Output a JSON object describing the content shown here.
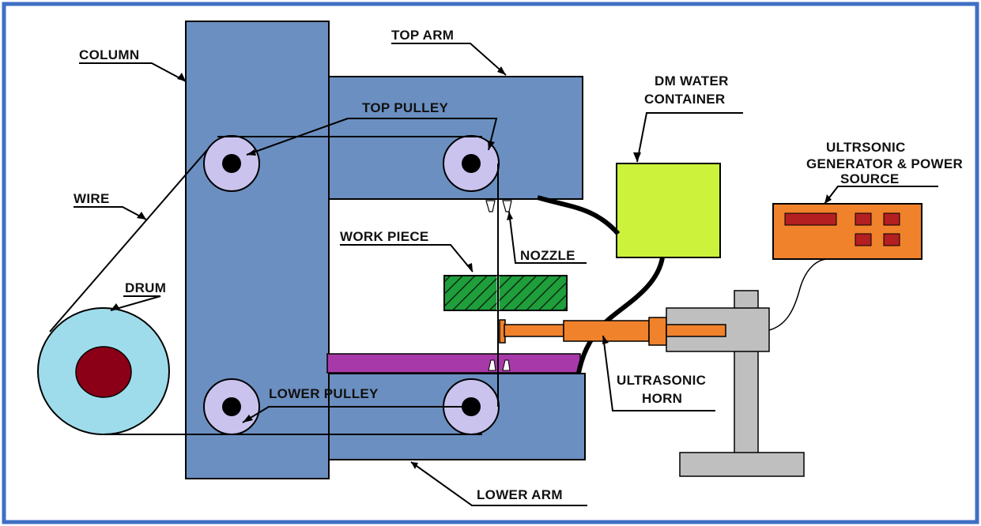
{
  "labels": {
    "column": "COLUMN",
    "top_arm": "TOP ARM",
    "dm_water_line1": "DM WATER",
    "dm_water_line2": "CONTAINER",
    "generator_line1": "ULTRSONIC",
    "generator_line2": "GENERATOR & POWER",
    "generator_line3": "SOURCE",
    "top_pulley": "TOP PULLEY",
    "wire": "WIRE",
    "work_piece": "WORK PIECE",
    "nozzle": "NOZZLE",
    "drum": "DRUM",
    "ultrasonic_line1": "ULTRASONIC",
    "ultrasonic_line2": "HORN",
    "lower_pulley": "LOWER PULLEY",
    "lower_arm": "LOWER ARM"
  },
  "colors": {
    "frame_border": "#3f6fc4",
    "machine_blue": "#6b8fc0",
    "pulley_ring": "#c9c3ee",
    "drum_body": "#9fdceb",
    "drum_core": "#8b0017",
    "work_piece": "#1f9e3c",
    "table_purple": "#a73aa8",
    "water_container": "#ccf23b",
    "horn_orange": "#f0822c",
    "generator_red": "#b41f22",
    "stand_grey": "#bfbfbf"
  }
}
